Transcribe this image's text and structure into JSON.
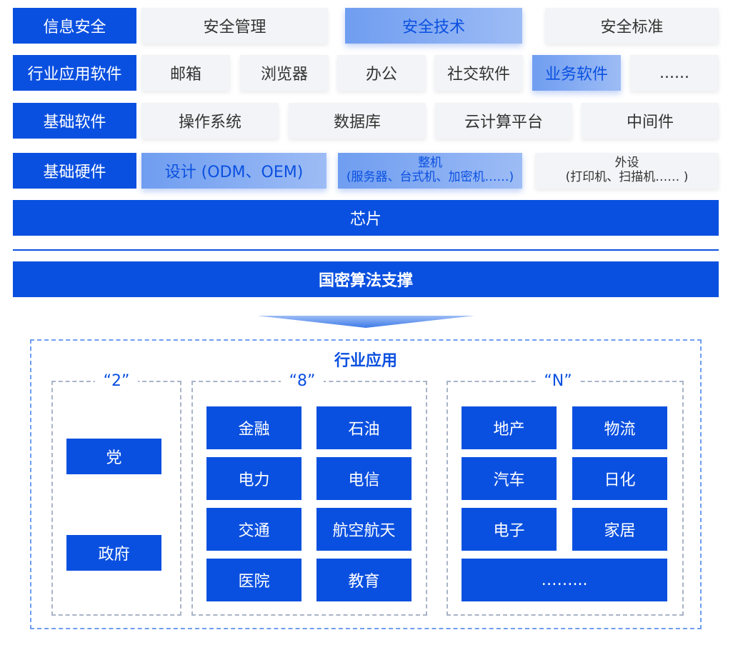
{
  "rows": {
    "info_security": {
      "label": "信息安全",
      "items": [
        "安全管理",
        "安全技术",
        "安全标准"
      ]
    },
    "industry_software": {
      "label": "行业应用软件",
      "items": [
        "邮箱",
        "浏览器",
        "办公",
        "社交软件",
        "业务软件",
        "......"
      ]
    },
    "basic_software": {
      "label": "基础软件",
      "items": [
        "操作系统",
        "数据库",
        "云计算平台",
        "中间件"
      ]
    },
    "basic_hardware": {
      "label": "基础硬件",
      "design": "设计 (ODM、OEM)",
      "machine_title": "整机",
      "machine_sub": "(服务器、台式机、加密机……)",
      "peripheral_title": "外设",
      "peripheral_sub": "(打印机、扫描机…… )"
    }
  },
  "chip": "芯片",
  "crypto": "国密算法支撑",
  "industry": {
    "title": "行业应用",
    "group_2": {
      "title": "“2”",
      "items": [
        "党",
        "政府"
      ]
    },
    "group_8": {
      "title": "“8”",
      "items": [
        "金融",
        "石油",
        "电力",
        "电信",
        "交通",
        "航空航天",
        "医院",
        "教育"
      ]
    },
    "group_n": {
      "title": "“N”",
      "items": [
        "地产",
        "物流",
        "汽车",
        "日化",
        "电子",
        "家居",
        "……..."
      ]
    }
  },
  "colors": {
    "primary": "#0a50e0",
    "highlight": "#8fb2f3",
    "cell": "#f3f4f7",
    "dash": "#6f9df0"
  }
}
